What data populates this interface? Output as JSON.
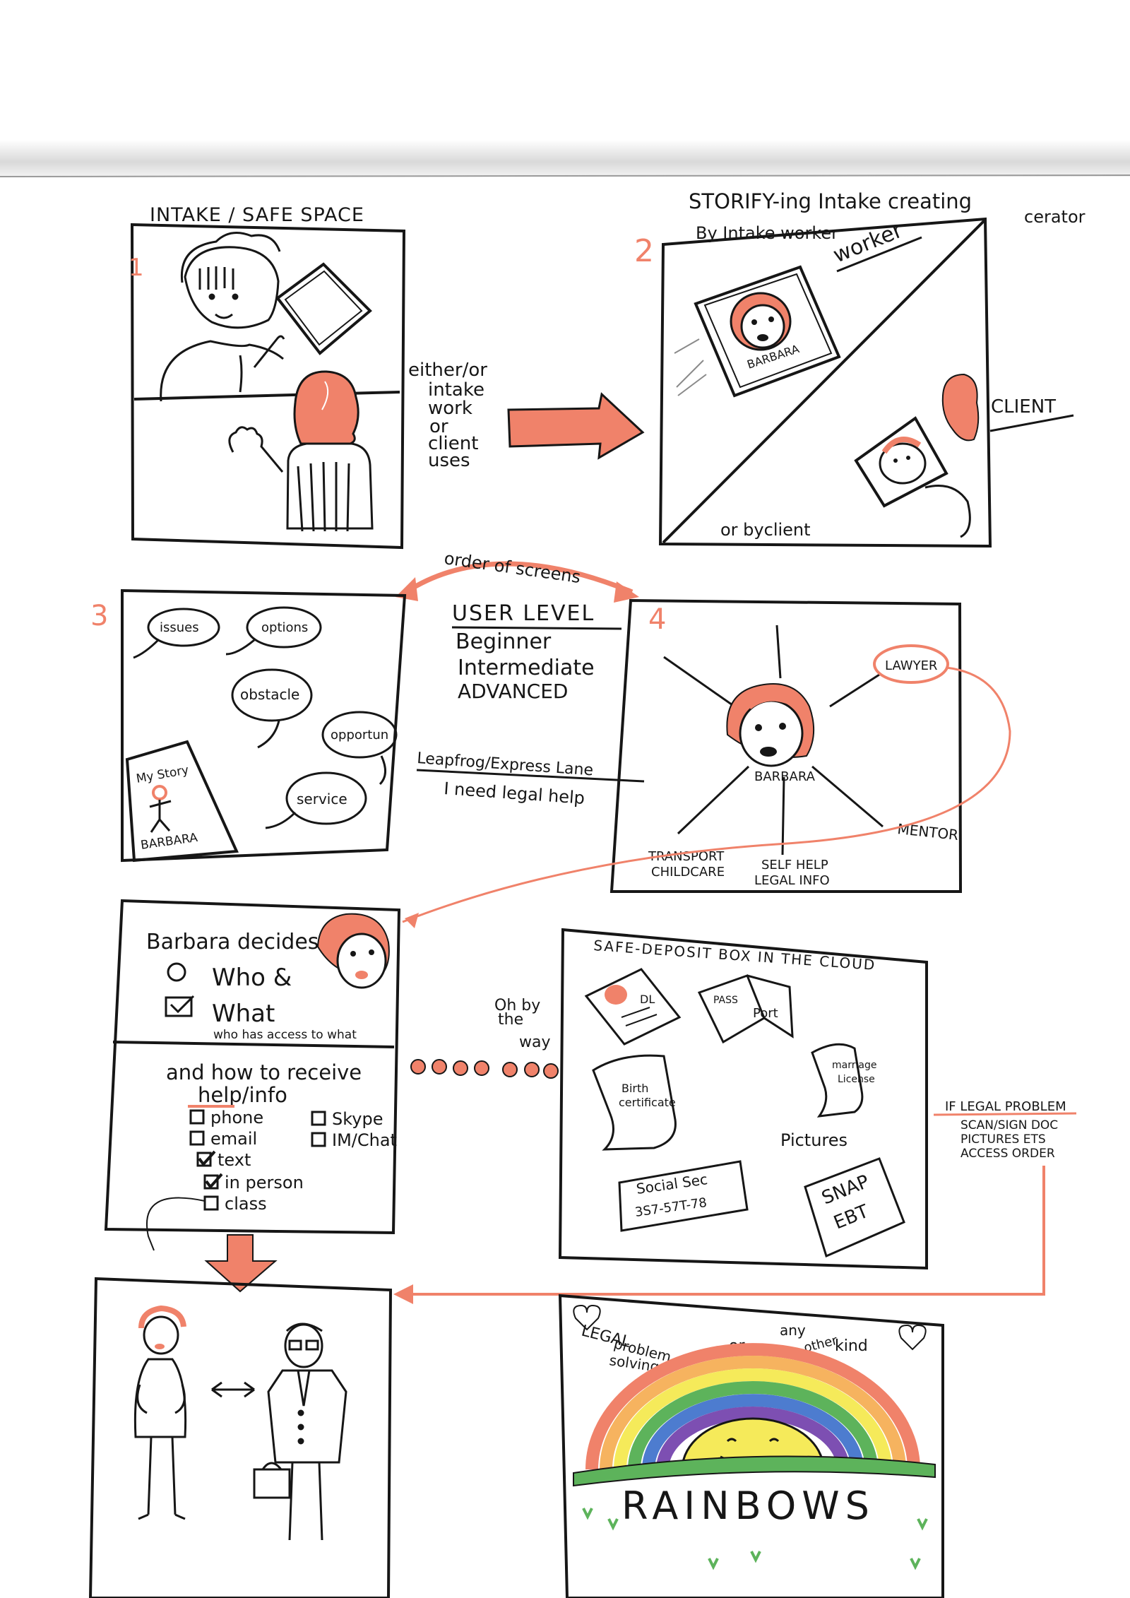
{
  "colors": {
    "ink": "#161616",
    "accent": "#f0826a",
    "paper": "#ffffff",
    "sun": "#f5ea5a",
    "grass": "#5db35b"
  },
  "panel1": {
    "number": "1",
    "title": "INTAKE / SAFE SPACE"
  },
  "connector1": {
    "lines": [
      "either/or",
      "intake",
      "work",
      "or",
      "client",
      "uses"
    ]
  },
  "panel2": {
    "number": "2",
    "title": "STORIFY-ing Intake creating",
    "title_tail": "cerator",
    "subtitle": "By Intake worker",
    "worker_label": "worker",
    "client_label": "CLIENT",
    "photo_name": "BARBARA",
    "footer": "or byclient"
  },
  "order_label": "order of screens",
  "panel3": {
    "number": "3",
    "bubbles": [
      "issues",
      "options",
      "obstacle",
      "opportun",
      "service"
    ],
    "card_title": "My Story",
    "card_name": "BARBARA"
  },
  "user_level": {
    "heading": "USER LEVEL",
    "levels": [
      "Beginner",
      "Intermediate",
      "ADVANCED"
    ],
    "express": "Leapfrog/Express Lane",
    "need": "I need legal help"
  },
  "panel4": {
    "number": "4",
    "center": "BARBARA",
    "spokes": [
      "LAWYER",
      "MENTOR",
      "TRANSPORT",
      "CHILDCARE",
      "SELF HELP",
      "LEGAL INFO"
    ]
  },
  "panel5": {
    "title": "Barbara decides",
    "who": "Who &",
    "what": "What",
    "access": "who has access to what",
    "how": "and how to receive",
    "help": "help/info",
    "options": [
      {
        "label": "phone",
        "checked": false
      },
      {
        "label": "Skype",
        "checked": false
      },
      {
        "label": "email",
        "checked": false
      },
      {
        "label": "IM/Chat",
        "checked": false
      },
      {
        "label": "text",
        "checked": true
      },
      {
        "label": "in person",
        "checked": true
      },
      {
        "label": "class",
        "checked": false
      }
    ]
  },
  "by_the_way": [
    "Oh by",
    "the",
    "way"
  ],
  "panel6": {
    "title": "SAFE-DEPOSIT BOX IN THE CLOUD",
    "id_card": "DL",
    "passport": [
      "PASS",
      "Port"
    ],
    "birth": [
      "Birth",
      "certificate"
    ],
    "marriage": [
      "marriage",
      "License"
    ],
    "pictures": "Pictures",
    "social": [
      "Social Sec",
      "3S7-57T-78"
    ],
    "snap": [
      "SNAP",
      "EBT"
    ]
  },
  "legal_note": {
    "lines": [
      "IF LEGAL PROBLEM",
      "SCAN/SIGN DOC",
      "PICTURES ETS",
      "ACCESS ORDER"
    ]
  },
  "panel8": {
    "words": [
      "LEGAL",
      "problem",
      "solving",
      "or",
      "any",
      "other",
      "kind"
    ],
    "rainbows": "RAINBOWS"
  }
}
